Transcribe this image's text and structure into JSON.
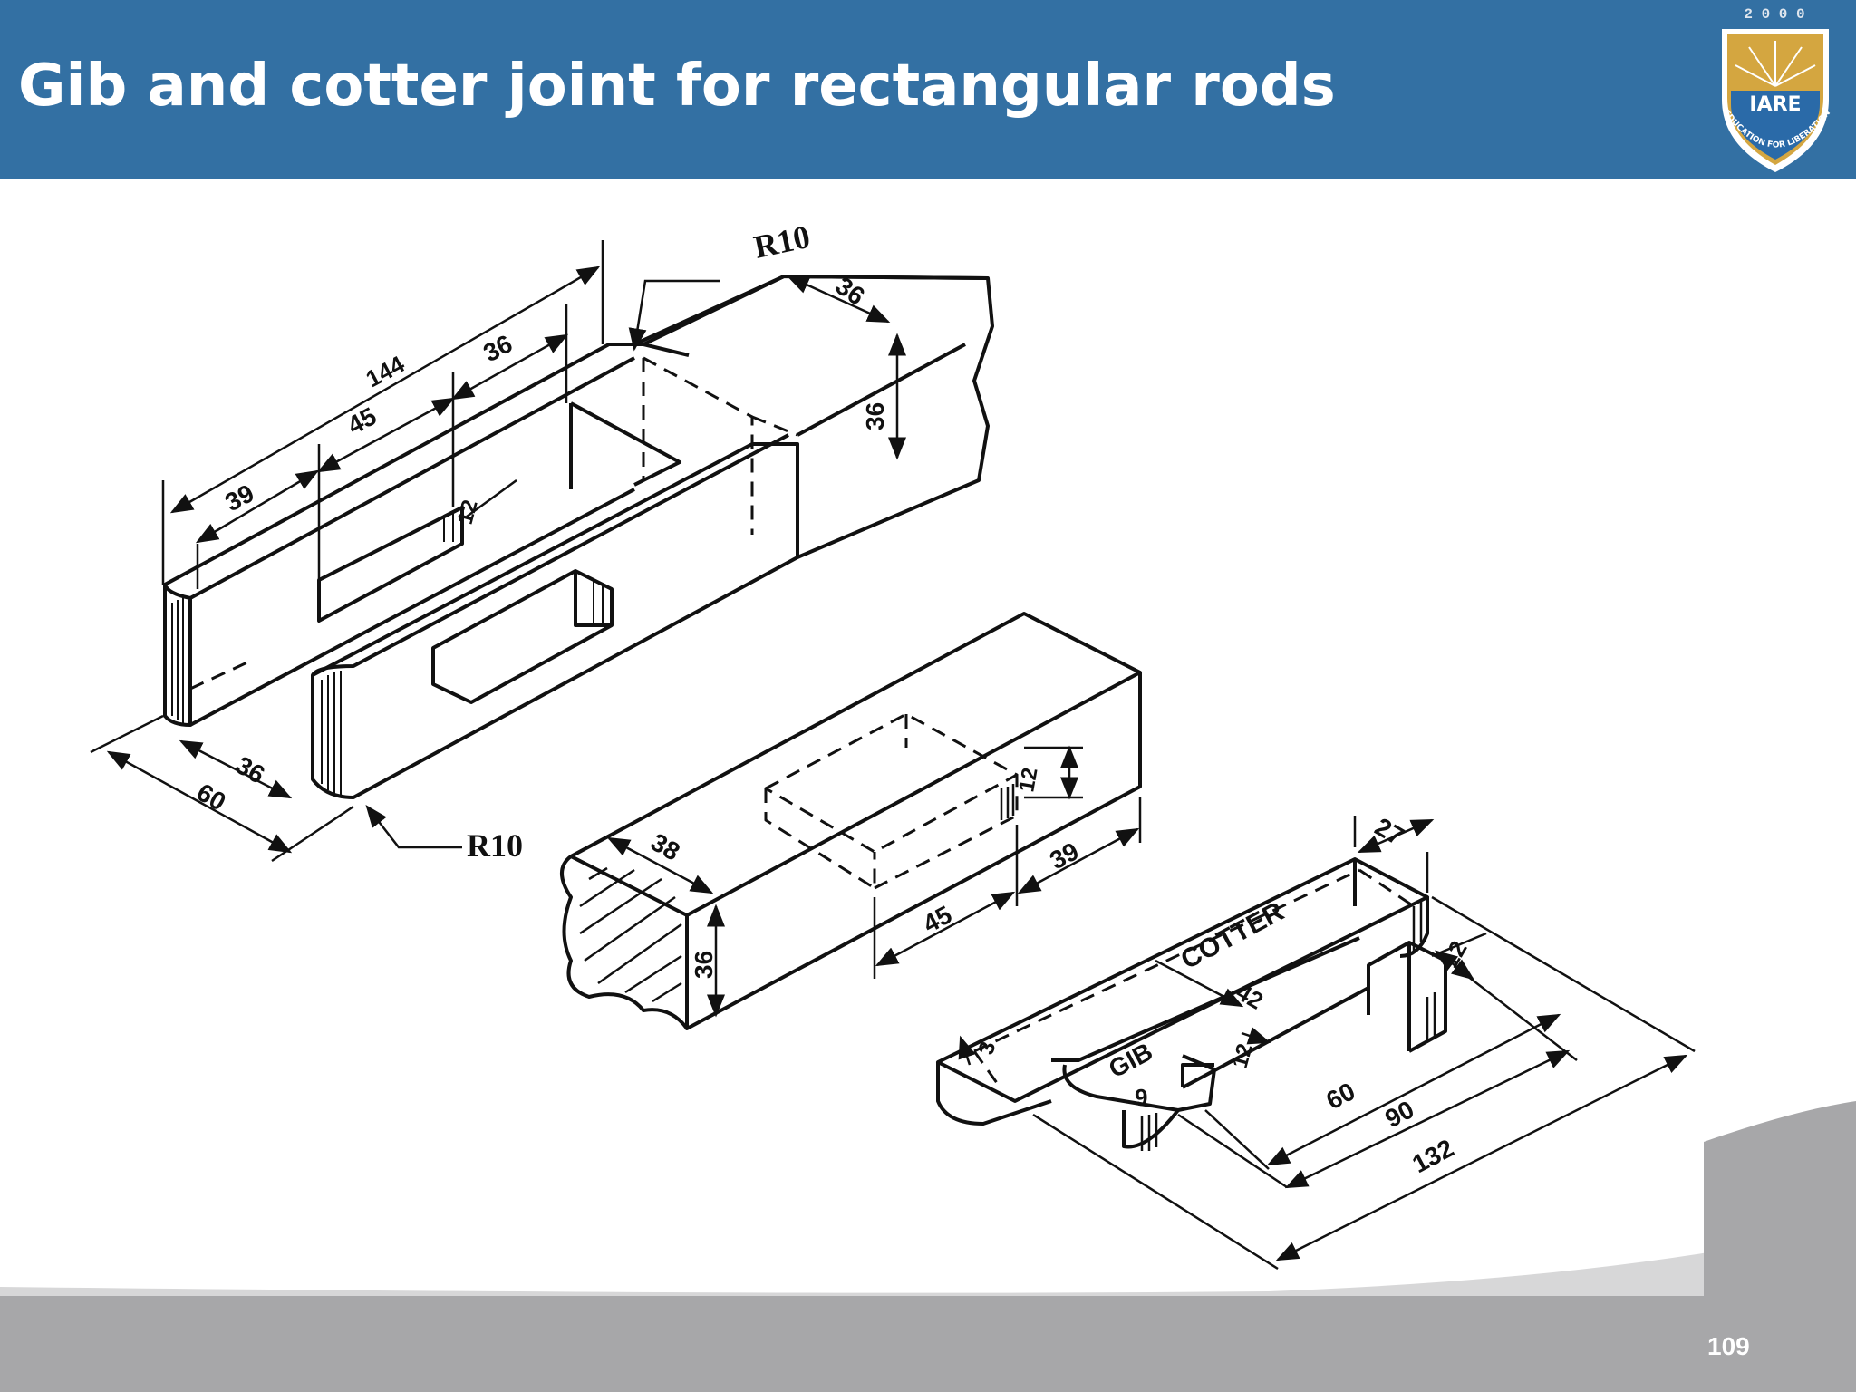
{
  "header": {
    "title": "Gib and cotter joint for rectangular rods"
  },
  "logo": {
    "year": "2 0 0 0",
    "name": "IARE",
    "motto": "EDUCATION FOR LIBERATION"
  },
  "drawing": {
    "socket_end": {
      "radius_top": "R10",
      "radius_bottom": "R10",
      "length_overall": "144",
      "length_end": "36",
      "slot_length": "45",
      "slot_offset": "39",
      "slot_width": "12",
      "section_width": "36",
      "section_height": "36",
      "outer_width": "36",
      "outer_depth": "60"
    },
    "spigot_end": {
      "width": "38",
      "height": "36",
      "slot_length": "45",
      "slot_offset": "39",
      "slot_width": "12"
    },
    "cotter_gib": {
      "cotter_label": "COTTER",
      "gib_label": "GIB",
      "cotter_width": "27",
      "thickness": "12",
      "gib_thickness": "9",
      "cotter_taper_small": "3",
      "taper": "42",
      "step": "12",
      "gib_inner_length": "60",
      "gib_length": "90",
      "cotter_length": "132"
    }
  },
  "footer": {
    "page_number": "109"
  },
  "colors": {
    "header_bg": "#3370a3",
    "footer_gray": "#a7a7a9",
    "logo_gold": "#d4a640",
    "logo_blue": "#2a6aa8"
  }
}
